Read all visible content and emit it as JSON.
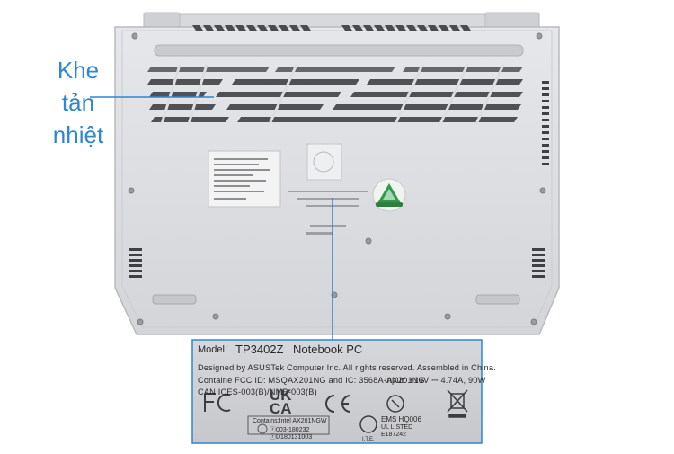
{
  "annotation": {
    "lines": [
      "Khe",
      "tản",
      "nhiệt"
    ],
    "color": "#2f86d4"
  },
  "label": {
    "model_prefix": "Model:",
    "model_value": "TP3402Z",
    "product_type": "Notebook PC",
    "line1": "Designed by ASUSTek Computer Inc. All rights reserved. Assembled in China.",
    "line2": "Containe FCC ID: MSQAX201NG and IC: 3568A-AX201NG",
    "power": "Input: +19V ⎓ 4.74A, 90W",
    "line3": "CAN ICES-003(B)/NMB-003(B)",
    "module": "Contains:Intel AX201NGW",
    "approval1": "ⓡ003-180232",
    "approval2": "ⓡD180131003",
    "ems": "EMS HQ006",
    "ul": "UL LISTED",
    "ul_code": "E187242",
    "ite": "I.T.E."
  },
  "logos": {
    "fc": "FC",
    "ukca_top": "UK",
    "ukca_bottom": "CA",
    "ce": "CE"
  },
  "colors": {
    "laptop_body": "#dcdde0",
    "label_bg": "#cfd0d3",
    "callout_border": "#2f86d4"
  }
}
